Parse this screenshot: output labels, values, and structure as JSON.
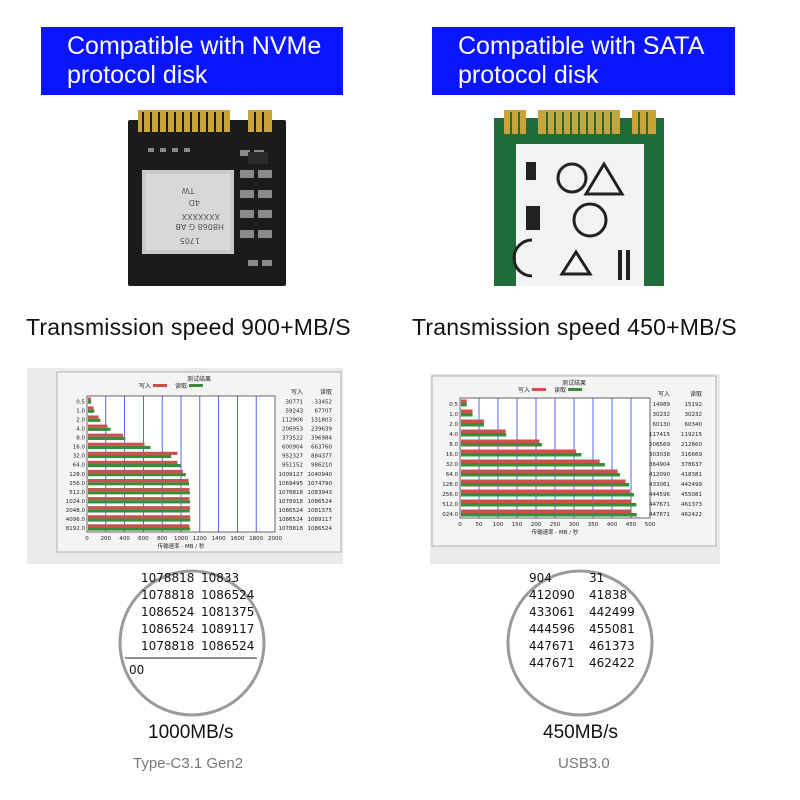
{
  "left": {
    "banner": {
      "line1": "Compatible with NVMe",
      "line2": "protocol disk"
    },
    "chip": {
      "line1": "TW",
      "line2": "4D",
      "line3": "XXXXXXX",
      "line4": "H8068  G AB",
      "line5": "1705"
    },
    "speed": "Transmission speed 900+MB/S",
    "result": {
      "title": "测试结果",
      "legend_write": "写入",
      "legend_read": "读取",
      "col_write": "写入",
      "col_read": "读取",
      "xlabel": "传输速率 - MB / 秒",
      "xticks": [
        "0",
        "200",
        "400",
        "600",
        "800",
        "1000",
        "1200",
        "1400",
        "1600",
        "1800",
        "2000"
      ],
      "sizes": [
        "0.5",
        "1.0",
        "2.0",
        "4.0",
        "8.0",
        "16.0",
        "32.0",
        "64.0",
        "128.0",
        "256.0",
        "512.0",
        "1024.0",
        "2048.0",
        "4096.0",
        "8192.0"
      ],
      "write": [
        30771,
        59243,
        112906,
        206953,
        373522,
        600904,
        952327,
        951152,
        1009127,
        1069495,
        1078818,
        1078918,
        1086524,
        1086524,
        1078818
      ],
      "read": [
        33452,
        67707,
        131803,
        239639,
        396984,
        663760,
        884377,
        986210,
        1040940,
        1074790,
        1083943,
        1086524,
        1081375,
        1089117,
        1086524
      ]
    },
    "zoom_rows": [
      [
        "1078818",
        "10833"
      ],
      [
        "1078818",
        "1086524"
      ],
      [
        "1086524",
        "1081375"
      ],
      [
        "1086524",
        "1089117"
      ],
      [
        "1078818",
        "1086524"
      ]
    ],
    "zoom_tick": "00",
    "rate": "1000MB/s",
    "interface": "Type-C3.1 Gen2"
  },
  "right": {
    "banner": {
      "line1": "Compatible with SATA",
      "line2": "protocol disk"
    },
    "speed": "Transmission speed 450+MB/S",
    "result": {
      "title": "测试结果",
      "legend_write": "写入",
      "legend_read": "读取",
      "col_write": "写入",
      "col_read": "读取",
      "xlabel": "传输速率 - MB / 秒",
      "xticks": [
        "0",
        "50",
        "100",
        "150",
        "200",
        "250",
        "300",
        "350",
        "400",
        "450",
        "500"
      ],
      "sizes": [
        "0.5",
        "1.0",
        "2.0",
        "4.0",
        "8.0",
        "16.0",
        "32.0",
        "64.0",
        "128.0",
        "256.0",
        "512.0",
        "024.0"
      ],
      "write": [
        14989,
        30232,
        60130,
        117415,
        206569,
        303038,
        364904,
        412090,
        433061,
        444596,
        447671,
        447671
      ],
      "read": [
        15192,
        30232,
        60340,
        119215,
        212860,
        316669,
        378637,
        418381,
        442499,
        455081,
        461373,
        462422
      ]
    },
    "zoom_rows": [
      [
        "904",
        "31"
      ],
      [
        "412090",
        "41838"
      ],
      [
        "433061",
        "442499"
      ],
      [
        "444596",
        "455081"
      ],
      [
        "447671",
        "461373"
      ],
      [
        "447671",
        "462422"
      ]
    ],
    "rate": "450MB/s",
    "interface": "USB3.0"
  },
  "colors": {
    "banner": "#0a14ff",
    "write_bar": "#c8524e",
    "read_bar": "#3c8a3c",
    "grid": "#3a3af0"
  }
}
